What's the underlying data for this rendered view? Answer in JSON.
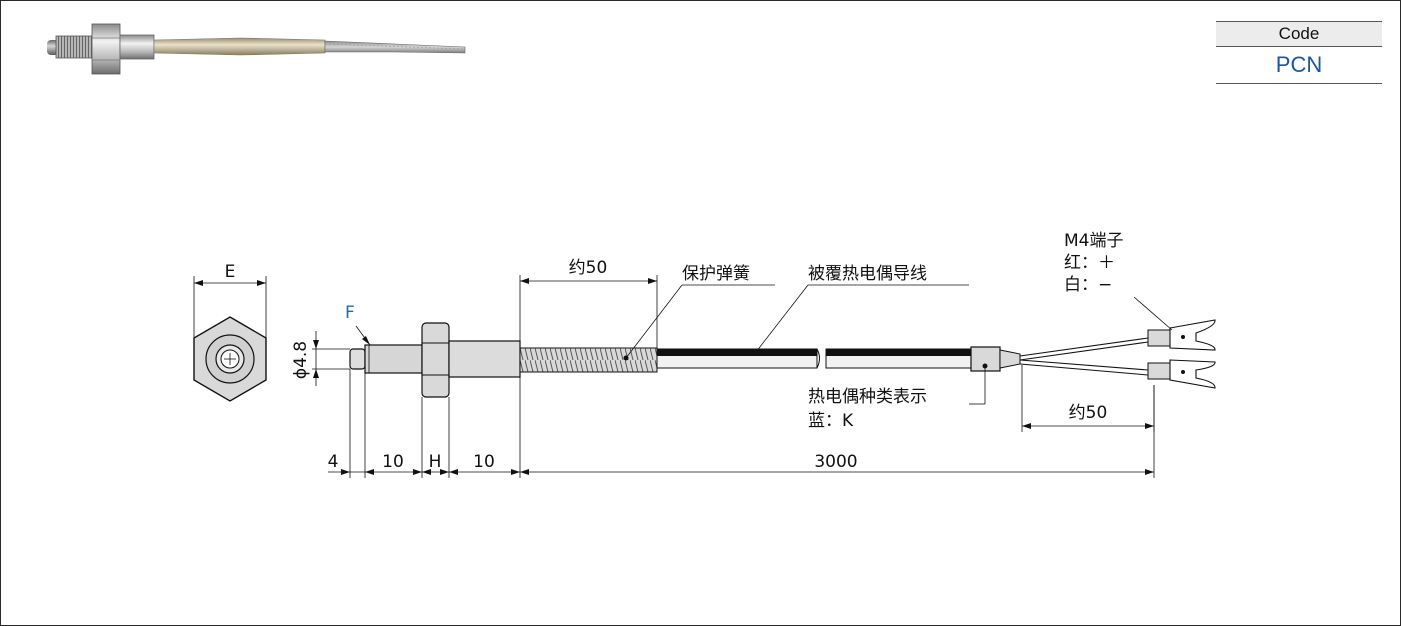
{
  "table": {
    "header": "Code",
    "value": "PCN"
  },
  "labels": {
    "hex_width": "E",
    "thread": "F",
    "diameter": "ϕ4.8",
    "approx_spring": "约50",
    "spring": "保护弹簧",
    "lead_wire": "被覆热电偶导线",
    "terminal": "M4端子",
    "red": "红：＋",
    "white": "白：−",
    "type_display": "热电偶种类表示",
    "blue": "蓝：K",
    "approx_terminal": "约50"
  },
  "dimensions": {
    "tip": "4",
    "thread_len": "10",
    "nut": "H",
    "body_len": "10",
    "cable_len": "3000"
  },
  "colors": {
    "accent": "#1a57a3",
    "line": "#111111"
  }
}
